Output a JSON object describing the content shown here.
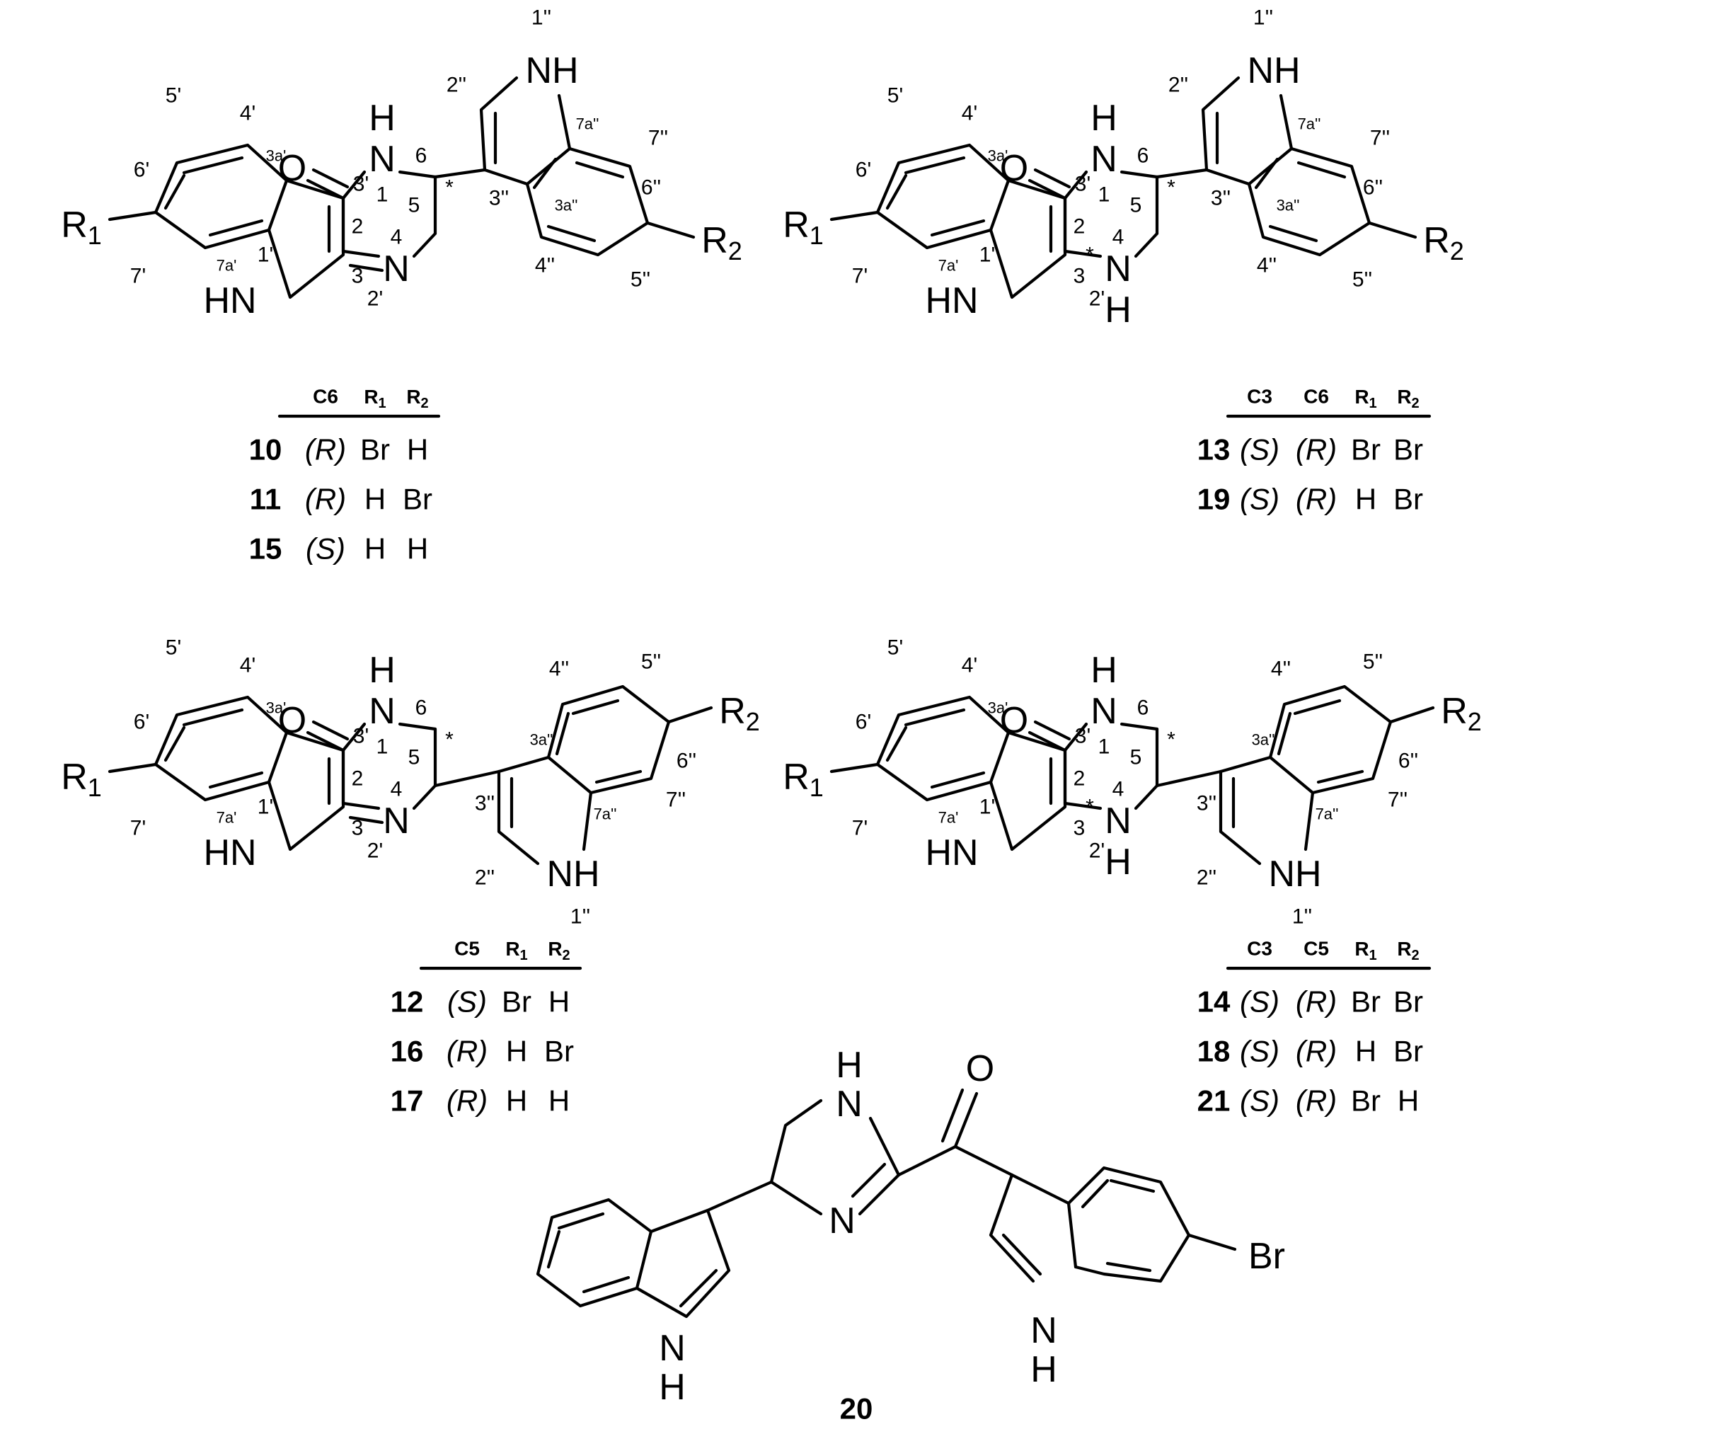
{
  "compounds": [
    {
      "id": "A",
      "ring": "dihydropyrazinone",
      "cols": [
        "C6",
        "R1",
        "R2"
      ],
      "rows": [
        [
          "10",
          "(R)",
          "Br",
          "H"
        ],
        [
          "11",
          "(R)",
          "H",
          "Br"
        ],
        [
          "15",
          "(S)",
          "H",
          "H"
        ]
      ]
    },
    {
      "id": "B",
      "ring": "piperazinone",
      "cols": [
        "C3",
        "C6",
        "R1",
        "R2"
      ],
      "rows": [
        [
          "13",
          "(S)",
          "(R)",
          "Br",
          "Br"
        ],
        [
          "19",
          "(S)",
          "(R)",
          "H",
          "Br"
        ]
      ]
    },
    {
      "id": "C",
      "ring": "dihydropyrazinone",
      "cols": [
        "C5",
        "R1",
        "R2"
      ],
      "rows": [
        [
          "12",
          "(S)",
          "Br",
          "H"
        ],
        [
          "16",
          "(R)",
          "H",
          "Br"
        ],
        [
          "17",
          "(R)",
          "H",
          "H"
        ]
      ]
    },
    {
      "id": "D",
      "ring": "piperazinone",
      "cols": [
        "C3",
        "C5",
        "R1",
        "R2"
      ],
      "rows": [
        [
          "14",
          "(S)",
          "(R)",
          "Br",
          "Br"
        ],
        [
          "18",
          "(S)",
          "(R)",
          "H",
          "Br"
        ],
        [
          "21",
          "(S)",
          "(R)",
          "Br",
          "H"
        ]
      ]
    }
  ],
  "compound_20": {
    "label": "20",
    "substituent": "Br",
    "atoms": [
      "N",
      "H",
      "N",
      "O",
      "N",
      "H",
      "N",
      "H"
    ]
  },
  "atoms": {
    "O": "O",
    "N": "N",
    "H": "H",
    "NH": "NH",
    "HN": "HN",
    "R1": "R",
    "R2": "R",
    "sub1": "1",
    "sub2": "2",
    "star": "*"
  },
  "locants": {
    "n1": "1",
    "c2": "2",
    "c3": "3",
    "n4": "4",
    "c5": "5",
    "c6": "6",
    "ind1": [
      "1'",
      "2'",
      "3'",
      "3a'",
      "4'",
      "5'",
      "6'",
      "7'",
      "7a'"
    ],
    "ind2": [
      "1''",
      "2''",
      "3''",
      "3a''",
      "4''",
      "5''",
      "6''",
      "7''",
      "7a''"
    ]
  }
}
